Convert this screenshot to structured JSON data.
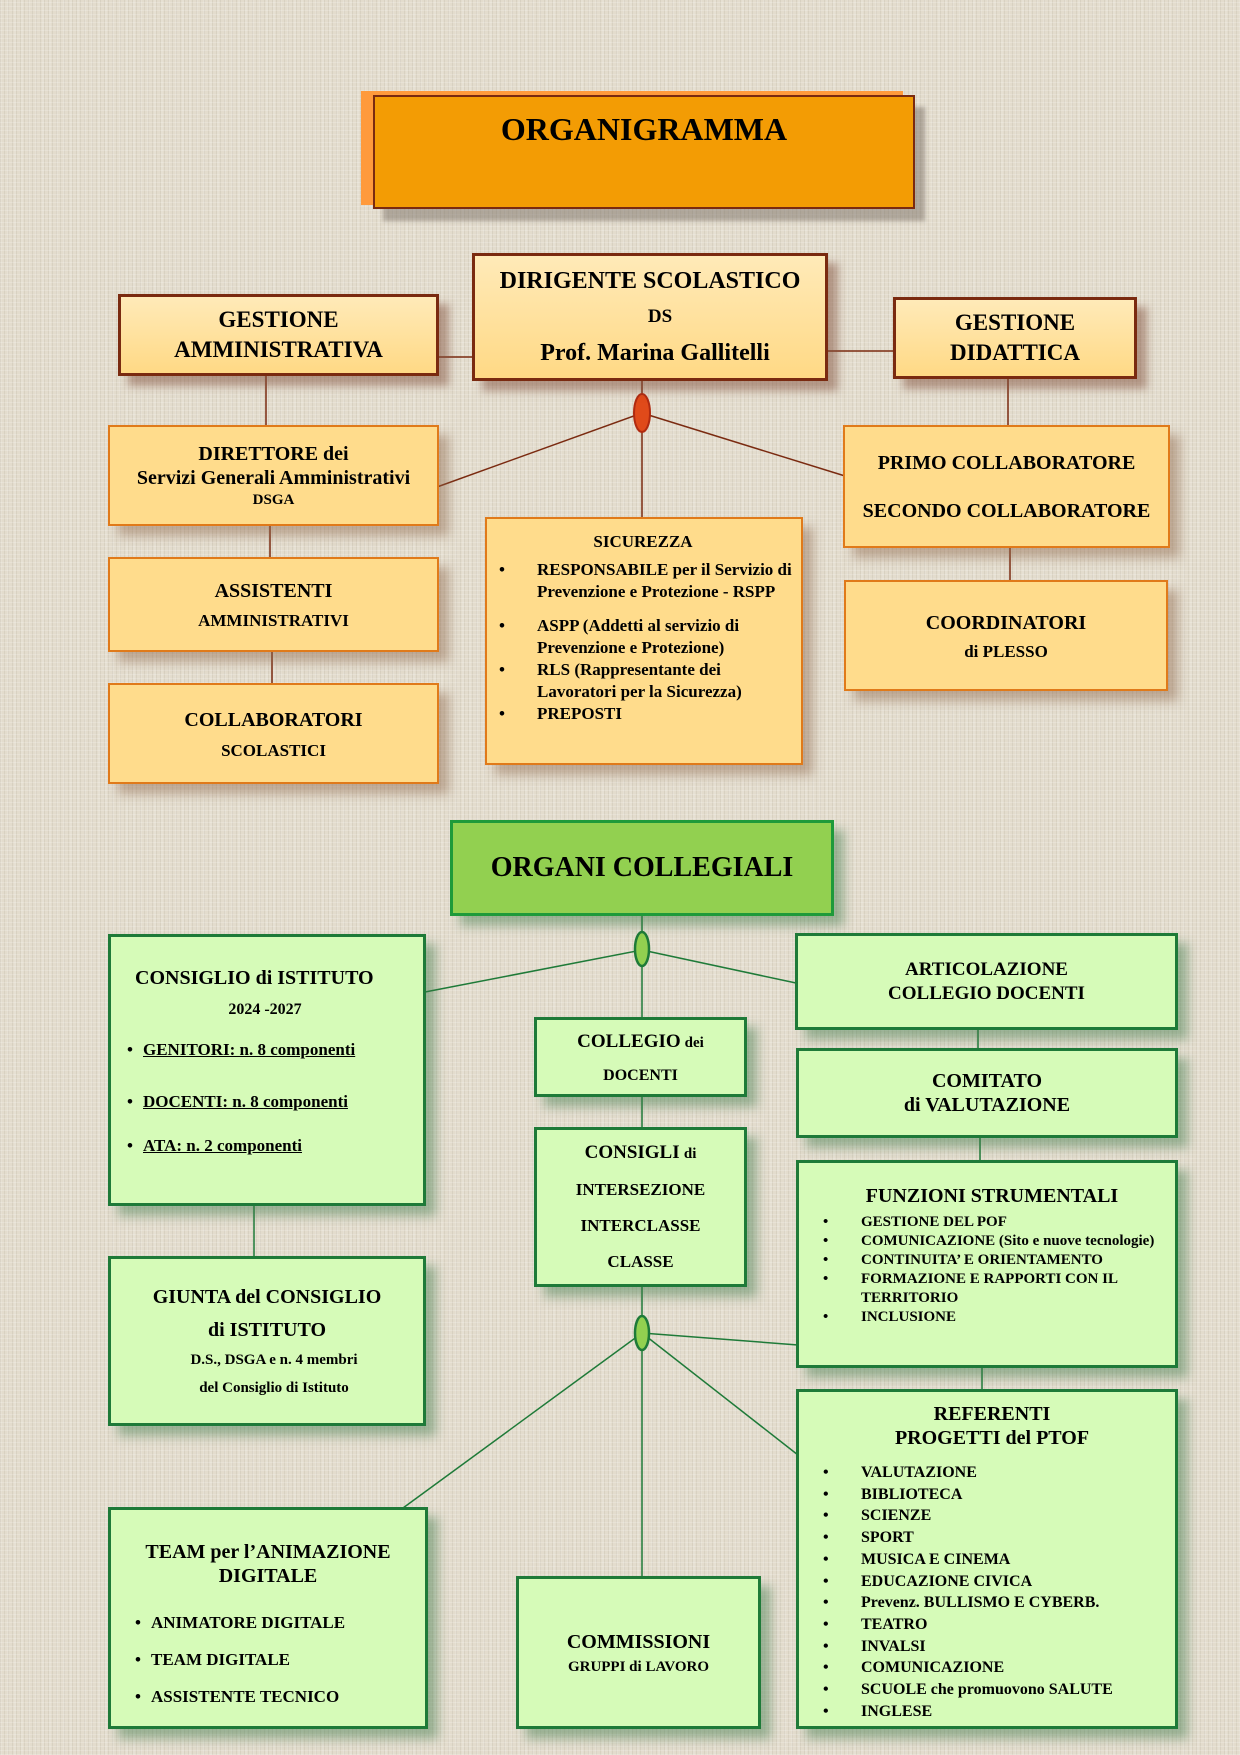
{
  "title": "ORGANIGRAMMA",
  "colors": {
    "title_bg": "#f39c04",
    "admin_box_bg": "#ffdc8c",
    "admin_border": "#7a2a10",
    "admin_connector": "#e04a1a",
    "collegiali_title_bg": "#92d050",
    "collegiali_box_bg": "#d6fbb8",
    "collegiali_border": "#1e7a38"
  },
  "dirigente": {
    "title": "DIRIGENTE SCOLASTICO",
    "abbr": "DS",
    "name": "Prof. Marina Gallitelli"
  },
  "gestione_amministrativa": {
    "line1": "GESTIONE",
    "line2": "AMMINISTRATIVA"
  },
  "gestione_didattica": {
    "line1": "GESTIONE",
    "line2": "DIDATTICA"
  },
  "direttore": {
    "line1": "DIRETTORE dei",
    "line2": "Servizi Generali Amministrativi",
    "abbr": "DSGA"
  },
  "assistenti": {
    "line1": "ASSISTENTI",
    "line2": "AMMINISTRATIVI"
  },
  "collaboratori": {
    "line1": "COLLABORATORI",
    "line2": "SCOLASTICI"
  },
  "sicurezza": {
    "title": "SICUREZZA",
    "items": [
      "RESPONSABILE per il Servizio di Prevenzione e Protezione - RSPP",
      "ASPP (Addetti al servizio di Prevenzione e Protezione)",
      "RLS (Rappresentante dei Lavoratori per la Sicurezza)",
      "PREPOSTI"
    ]
  },
  "collaboratori_ds": {
    "primo": "PRIMO COLLABORATORE",
    "secondo": "SECONDO COLLABORATORE"
  },
  "coordinatori": {
    "line1": "COORDINATORI",
    "line2": "di PLESSO"
  },
  "organi_collegiali": {
    "title": "ORGANI COLLEGIALI"
  },
  "consiglio_istituto": {
    "title": "CONSIGLIO di ISTITUTO",
    "period": "2024 -2027",
    "members": [
      "GENITORI: n. 8 componenti",
      "DOCENTI: n. 8 componenti",
      "ATA: n. 2 componenti"
    ]
  },
  "giunta": {
    "line1": "GIUNTA del CONSIGLIO",
    "line2": "di ISTITUTO",
    "line3": "D.S., DSGA e n. 4 membri",
    "line4": "del Consiglio di Istituto"
  },
  "collegio_docenti": {
    "line1_bold": "COLLEGIO",
    "line1_small": "dei",
    "line2": "DOCENTI"
  },
  "consigli": {
    "line1_bold": "CONSIGLI",
    "line1_small": "di",
    "lines": [
      "INTERSEZIONE",
      "INTERCLASSE",
      "CLASSE"
    ]
  },
  "articolazione": {
    "line1": "ARTICOLAZIONE",
    "line2": "COLLEGIO DOCENTI"
  },
  "comitato": {
    "line1": "COMITATO",
    "line2": "di VALUTAZIONE"
  },
  "funzioni_strumentali": {
    "title": "FUNZIONI STRUMENTALI",
    "items": [
      "GESTIONE DEL POF",
      "COMUNICAZIONE (Sito e nuove tecnologie)",
      "CONTINUITA’ E ORIENTAMENTO",
      "FORMAZIONE E RAPPORTI CON IL TERRITORIO",
      "INCLUSIONE"
    ]
  },
  "referenti": {
    "line1": "REFERENTI",
    "line2": "PROGETTI del PTOF",
    "items": [
      "VALUTAZIONE",
      "BIBLIOTECA",
      "SCIENZE",
      "SPORT",
      "MUSICA E CINEMA",
      "EDUCAZIONE CIVICA",
      "Prevenz. BULLISMO E CYBERB.",
      "TEATRO",
      "INVALSI",
      "COMUNICAZIONE",
      "SCUOLE che promuovono SALUTE",
      "INGLESE"
    ]
  },
  "team_digitale": {
    "line1": "TEAM per l’ANIMAZIONE",
    "line2": "DIGITALE",
    "items": [
      "ANIMATORE DIGITALE",
      "TEAM DIGITALE",
      "ASSISTENTE TECNICO"
    ]
  },
  "commissioni": {
    "line1": "COMMISSIONI",
    "line2": "GRUPPI di LAVORO"
  }
}
